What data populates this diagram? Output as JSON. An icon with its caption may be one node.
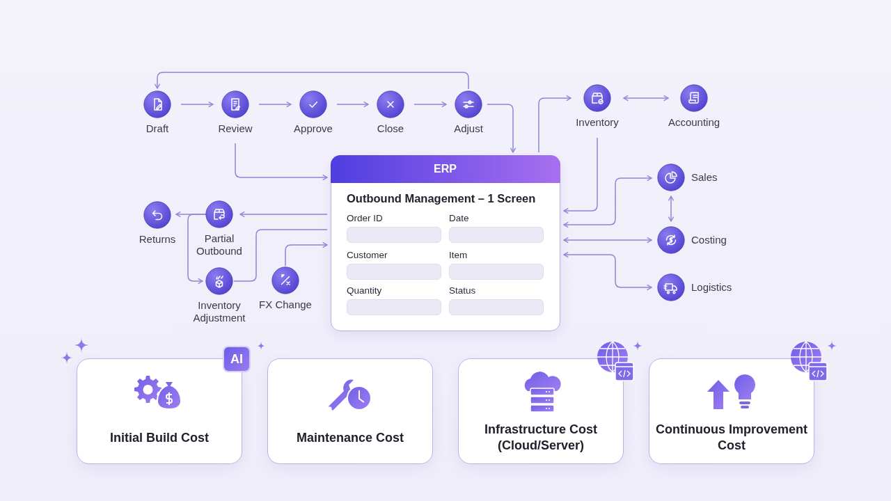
{
  "diagram": {
    "nodes": [
      {
        "text": [
          "Draft"
        ]
      },
      {
        "text": [
          "Review"
        ]
      },
      {
        "text": [
          "Approve"
        ]
      },
      {
        "text": [
          "Close"
        ]
      },
      {
        "text": [
          "Adjust"
        ]
      },
      {
        "text": [
          "ERP",
          "Outbound Management – 1 Screen"
        ]
      },
      {
        "text": [
          "Inventory"
        ]
      },
      {
        "text": [
          "Accounting"
        ]
      },
      {
        "text": [
          "Sales"
        ]
      },
      {
        "text": [
          "Costing"
        ]
      },
      {
        "text": [
          "Logistics"
        ]
      },
      {
        "text": [
          "Returns"
        ]
      },
      {
        "text": [
          "Partial Outbound"
        ]
      },
      {
        "text": [
          "Inventory Adjustment"
        ]
      },
      {
        "text": [
          "FX Change"
        ]
      },
      {
        "text": [
          "Initial Build Cost"
        ]
      },
      {
        "text": [
          "Maintenance Cost"
        ]
      },
      {
        "text": [
          "Infrastructure Cost (Cloud/Server)"
        ]
      },
      {
        "text": [
          "Continuous Improvement Cost"
        ]
      }
    ],
    "edges": [
      {
        "from": 0,
        "to": 1,
        "arrow": "to"
      },
      {
        "from": 1,
        "to": 2,
        "arrow": "to"
      },
      {
        "from": 2,
        "to": 3,
        "arrow": "to"
      },
      {
        "from": 3,
        "to": 4,
        "arrow": "to"
      },
      {
        "from": 4,
        "to": 0,
        "arrow": "to"
      },
      {
        "from": 4,
        "to": 5,
        "arrow": "to"
      },
      {
        "from": 1,
        "to": 5,
        "arrow": "to"
      },
      {
        "from": 5,
        "to": 6,
        "arrow": "to"
      },
      {
        "from": 6,
        "to": 7,
        "arrow": "both"
      },
      {
        "from": 6,
        "to": 5,
        "arrow": "to"
      },
      {
        "from": 5,
        "to": 8,
        "arrow": "both"
      },
      {
        "from": 8,
        "to": 9,
        "arrow": "both"
      },
      {
        "from": 5,
        "to": 9,
        "arrow": "both"
      },
      {
        "from": 5,
        "to": 10,
        "arrow": "both"
      },
      {
        "from": 5,
        "to": 12,
        "arrow": "to"
      },
      {
        "from": 12,
        "to": 11,
        "arrow": "to"
      },
      {
        "from": 12,
        "to": 13,
        "arrow": "to"
      },
      {
        "from": 13,
        "to": 5,
        "arrow": "none"
      },
      {
        "from": 14,
        "to": 5,
        "arrow": "to"
      }
    ],
    "labels": [
      "Order ID",
      "Date",
      "Customer",
      "Item",
      "Quantity",
      "Status",
      "AI"
    ]
  }
}
